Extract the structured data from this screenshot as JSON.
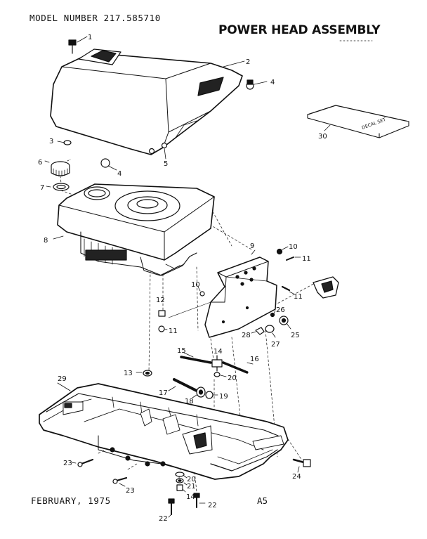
{
  "header": {
    "model_number": "MODEL NUMBER 217.585710",
    "title": "POWER HEAD ASSEMBLY"
  },
  "footer": {
    "date": "FEBRUARY, 1975",
    "page_code": "A5"
  },
  "decal_set_label": "DECAL SET",
  "callouts": {
    "c1": "1",
    "c2": "2",
    "c3": "3",
    "c4a": "4",
    "c4b": "4",
    "c5": "5",
    "c6": "6",
    "c7": "7",
    "c8": "8",
    "c9": "9",
    "c10a": "10",
    "c10b": "10",
    "c11a": "11",
    "c11b": "11",
    "c11c": "11",
    "c12": "12",
    "c13": "13",
    "c14a": "14",
    "c14b": "14",
    "c15": "15",
    "c16": "16",
    "c17": "17",
    "c18": "18",
    "c19": "19",
    "c20a": "20",
    "c20b": "20",
    "c21": "21",
    "c22a": "22",
    "c22b": "22",
    "c23a": "23",
    "c23b": "23",
    "c24": "24",
    "c25": "25",
    "c26": "26",
    "c27": "27",
    "c28": "28",
    "c29": "29",
    "c30": "30"
  }
}
